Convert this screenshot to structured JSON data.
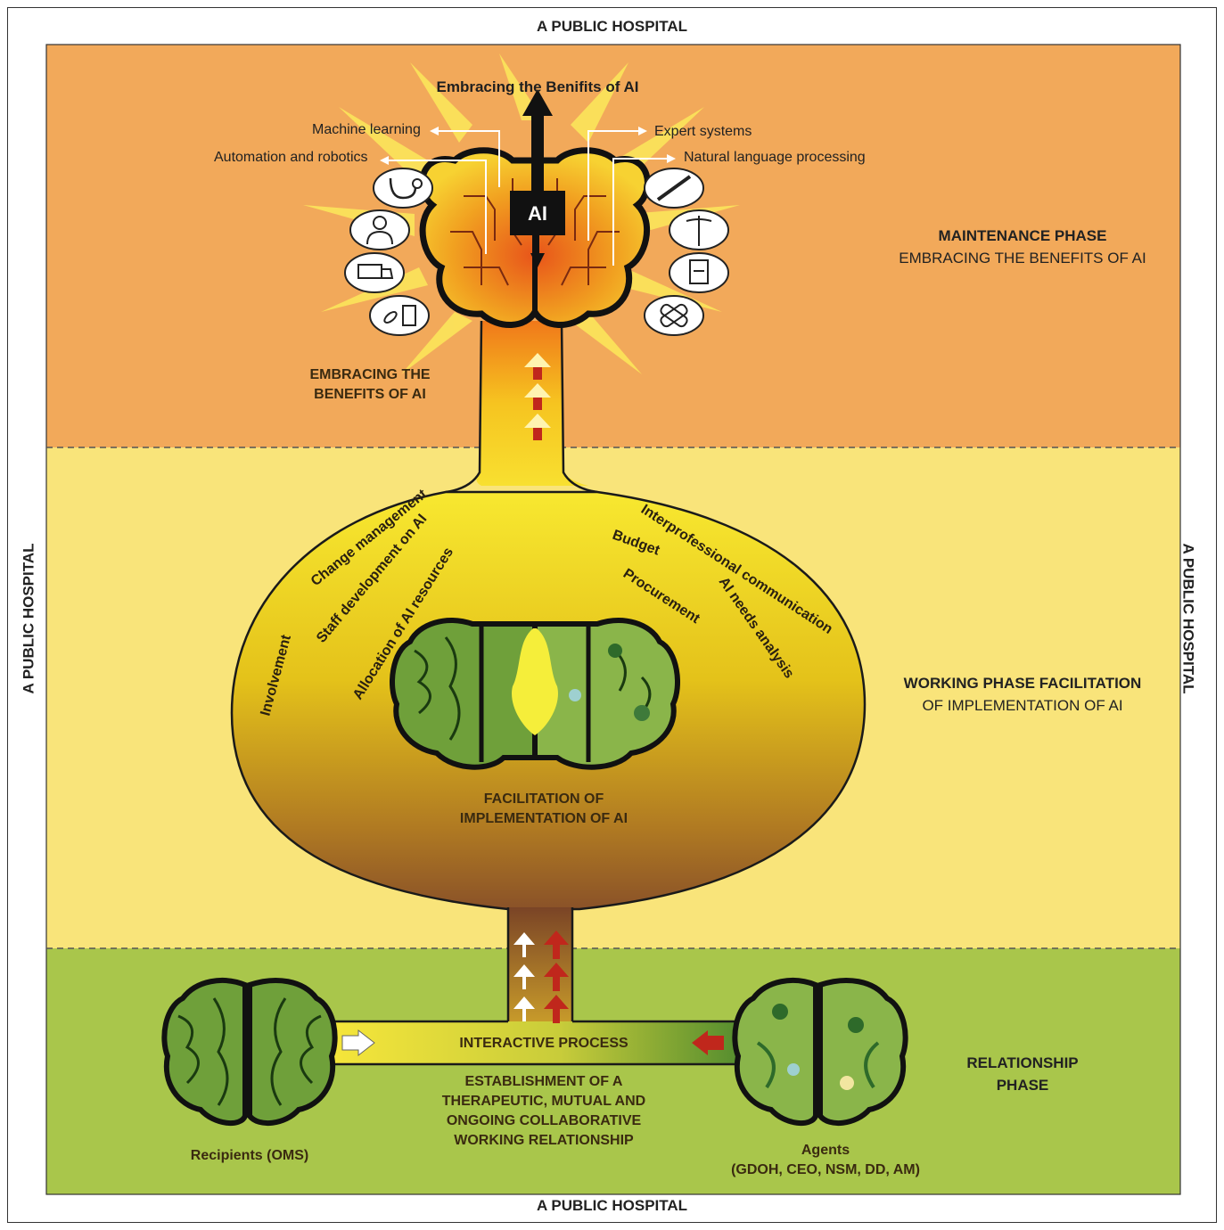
{
  "frame_labels": {
    "top": "A PUBLIC HOSPITAL",
    "bottom": "A PUBLIC HOSPITAL",
    "left": "A PUBLIC HOSPITAL",
    "right": "A PUBLIC HOSPITAL"
  },
  "maintenance": {
    "phase_title": "MAINTENANCE PHASE",
    "phase_sub": "EMBRACING THE BENEFITS OF AI",
    "top_heading": "Embracing the Benifits of AI",
    "ai_box": "AI",
    "branches": {
      "machine_learning": "Machine learning",
      "automation": "Automation and robotics",
      "expert": "Expert systems",
      "nlp": "Natural language processing"
    },
    "stem_label": "EMBRACING THE\nBENEFITS OF AI",
    "icons": [
      "stethoscope-icon",
      "doctor-icon",
      "ambulance-icon",
      "medicine-icon",
      "syringe-icon",
      "caduceus-icon",
      "clipboard-icon",
      "bandage-icon"
    ]
  },
  "working": {
    "phase_title": "WORKING PHASE FACILITATION",
    "phase_sub": "OF IMPLEMENTATION OF AI",
    "center_label": "FACILITATION OF\nIMPLEMENTATION OF AI",
    "arc_labels": {
      "change": "Change management",
      "staff": "Staff development on AI",
      "allocation": "Allocation of AI resources",
      "involvement": "Involvement",
      "interprof": "Interprofessional communication",
      "budget": "Budget",
      "procurement": "Procurement",
      "needs": "AI needs analysis"
    }
  },
  "relationship": {
    "phase_title": "RELATIONSHIP",
    "phase_sub": "PHASE",
    "interactive": "INTERACTIVE PROCESS",
    "establishment": "ESTABLISHMENT OF A\nTHERAPEUTIC, MUTUAL AND\nONGOING COLLABORATIVE\nWORKING RELATIONSHIP",
    "recipients": "Recipients (OMS)",
    "agents": "Agents",
    "agents_list": "(GDOH, CEO, NSM, DD, AM)"
  },
  "colors": {
    "orange": "#f2a95a",
    "yellow": "#f9e47a",
    "green": "#a9c64b",
    "arrow_red": "#c0271c"
  }
}
